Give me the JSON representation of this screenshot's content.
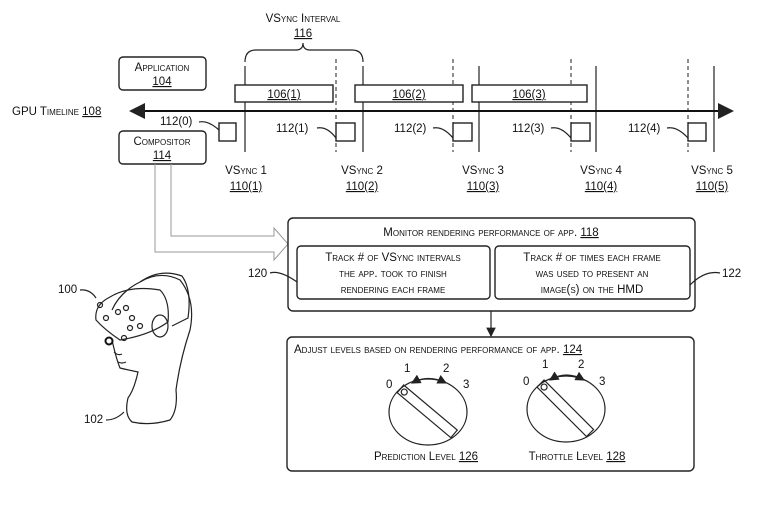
{
  "timeline": {
    "vsync_interval": {
      "label": "VSync Interval",
      "ref": "116"
    },
    "application": {
      "label": "Application",
      "ref": "104"
    },
    "compositor": {
      "label": "Compositor",
      "ref": "114"
    },
    "gpu_timeline": {
      "label": "GPU Timeline",
      "ref": "108"
    },
    "frames": [
      "106(1)",
      "106(2)",
      "106(3)"
    ],
    "compositor_tasks": [
      "112(0)",
      "112(1)",
      "112(2)",
      "112(3)",
      "112(4)"
    ],
    "vsyncs": [
      {
        "label": "VSync 1",
        "ref": "110(1)"
      },
      {
        "label": "VSync 2",
        "ref": "110(2)"
      },
      {
        "label": "VSync 3",
        "ref": "110(3)"
      },
      {
        "label": "VSync 4",
        "ref": "110(4)"
      },
      {
        "label": "VSync 5",
        "ref": "110(5)"
      }
    ]
  },
  "monitor": {
    "title": "Monitor rendering performance of app.",
    "ref": "118",
    "track_intervals": {
      "ref": "120",
      "lines": [
        "Track # of VSync intervals",
        "the app. took to finish",
        "rendering each frame"
      ]
    },
    "track_reuse": {
      "ref": "122",
      "lines": [
        "Track # of times each frame",
        "was used to present an",
        "image(s) on the HMD"
      ]
    }
  },
  "adjust": {
    "title": "Adjust levels based on rendering performance of app.",
    "ref": "124",
    "dials": [
      {
        "label": "Prediction Level",
        "ref": "126",
        "ticks": [
          "0",
          "1",
          "2",
          "3"
        ]
      },
      {
        "label": "Throttle Level",
        "ref": "128",
        "ticks": [
          "0",
          "1",
          "2",
          "3"
        ]
      }
    ]
  },
  "hmd": {
    "ref": "100",
    "user_ref": "102"
  }
}
